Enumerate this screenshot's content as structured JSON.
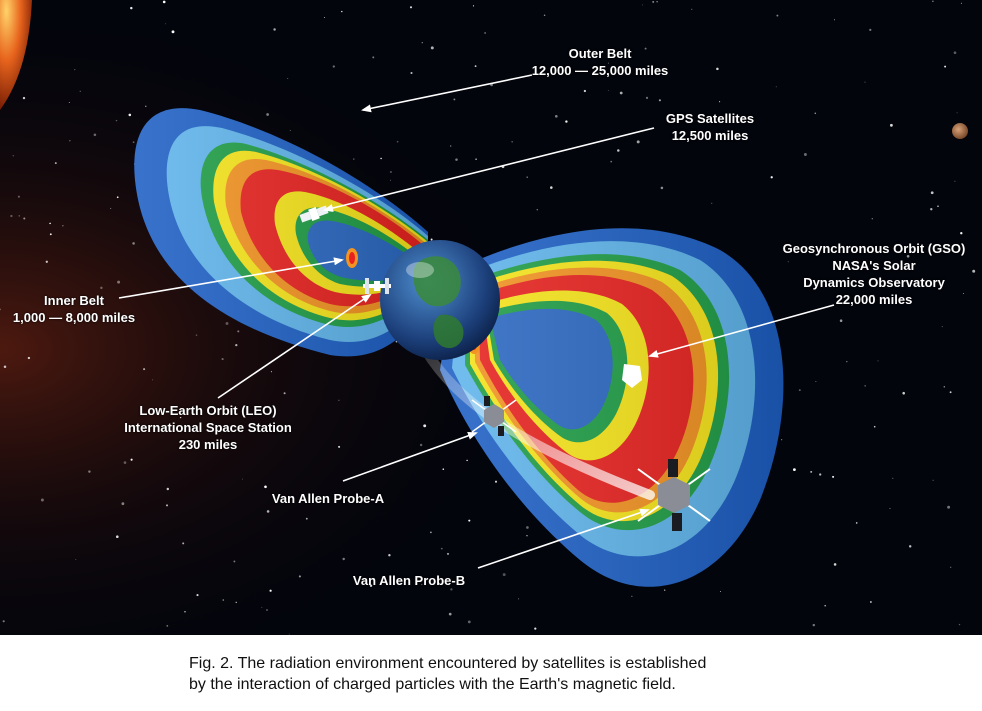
{
  "labels": {
    "outer_belt": {
      "name": "Outer Belt",
      "range": "12,000 — 25,000 miles"
    },
    "gps": {
      "name": "GPS Satellites",
      "range": "12,500 miles"
    },
    "gso": {
      "line1": "Geosynchronous Orbit (GSO)",
      "line2": "NASA's Solar",
      "line3": "Dynamics Observatory",
      "range": "22,000 miles"
    },
    "inner_belt": {
      "name": "Inner Belt",
      "range": "1,000 — 8,000 miles"
    },
    "leo": {
      "line1": "Low-Earth Orbit (LEO)",
      "line2": "International Space Station",
      "range": "230 miles"
    },
    "probe_a": "Van Allen Probe-A",
    "probe_b": "Van Allen Probe-B"
  },
  "caption": {
    "line1": "Fig. 2. The radiation environment encountered by satellites is established",
    "line2": "by the interaction of charged particles with the Earth's magnetic field."
  },
  "colors": {
    "space": "#03050c",
    "belt_outer": "#1d5fc4",
    "belt_light": "#5fb5ec",
    "green": "#1f9e46",
    "yellow": "#f7e51a",
    "orange": "#f39321",
    "red": "#e8221f",
    "arrow": "#ffffff"
  }
}
